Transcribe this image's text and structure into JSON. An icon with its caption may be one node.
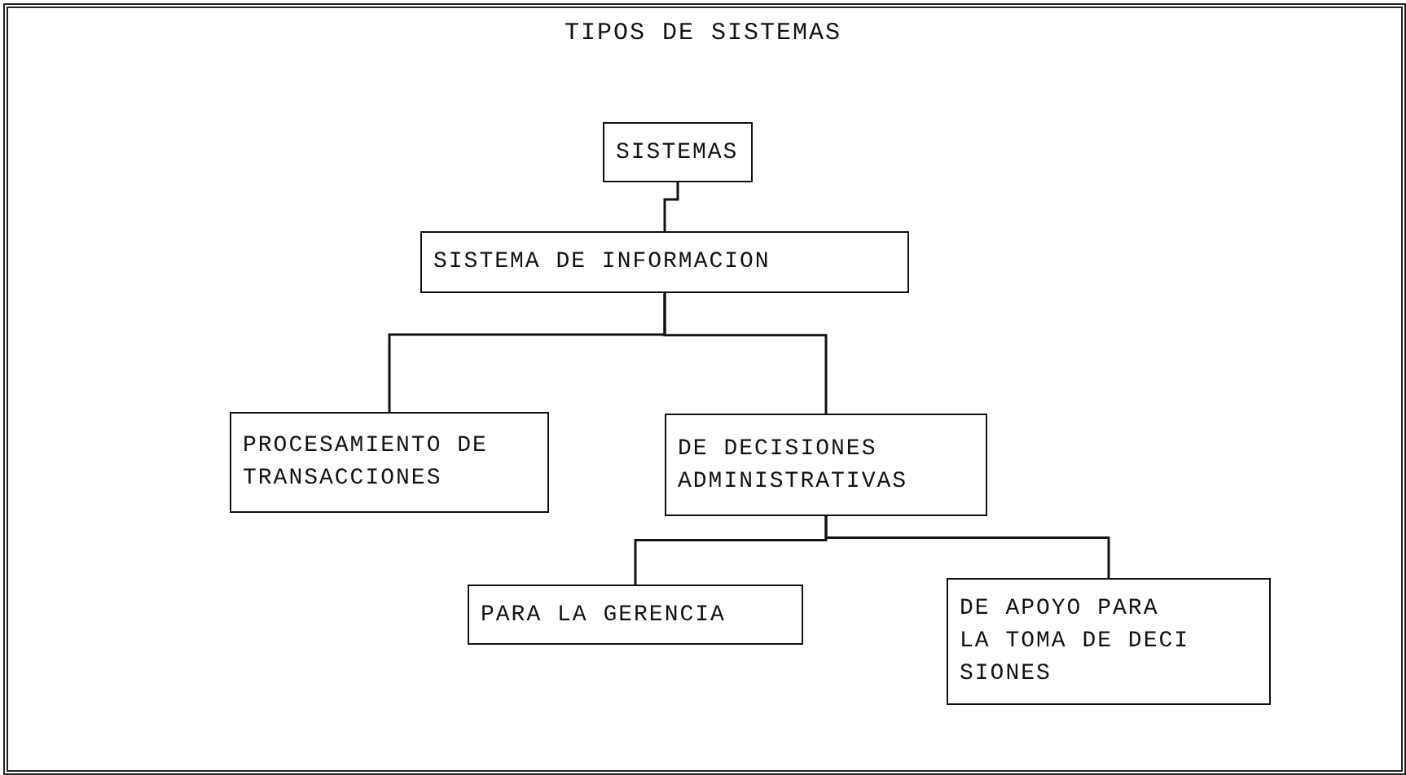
{
  "diagram": {
    "title": "TIPOS DE SISTEMAS",
    "nodes": [
      {
        "text": [
          "SISTEMAS"
        ]
      },
      {
        "text": [
          "SISTEMA DE INFORMACION"
        ]
      },
      {
        "text": [
          "PROCESAMIENTO DE TRANSACCIONES"
        ]
      },
      {
        "text": [
          "DE DECISIONES ADMINISTRATIVAS"
        ]
      },
      {
        "text": [
          "PARA LA GERENCIA"
        ]
      },
      {
        "text": [
          "DE APOYO PARA LA TOMA DE DECI SIONES"
        ]
      }
    ],
    "edges": [
      {
        "from": 0,
        "to": 1,
        "arrow": "none"
      },
      {
        "from": 1,
        "to": 2,
        "arrow": "none"
      },
      {
        "from": 1,
        "to": 3,
        "arrow": "none"
      },
      {
        "from": 3,
        "to": 4,
        "arrow": "none"
      },
      {
        "from": 3,
        "to": 5,
        "arrow": "none"
      }
    ]
  }
}
